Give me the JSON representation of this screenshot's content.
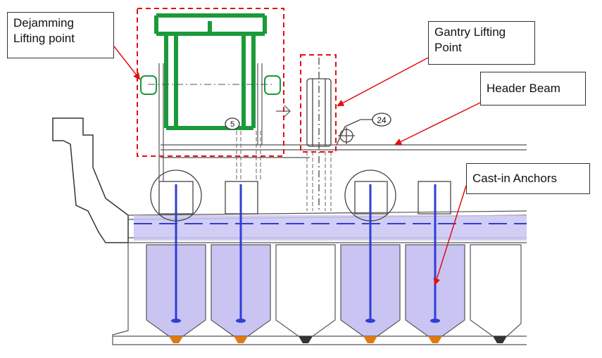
{
  "callouts": {
    "dejamming": {
      "line1": "Dejamming",
      "line2": "Lifting point"
    },
    "gantry": {
      "line1": "Gantry Lifting",
      "line2": "Point"
    },
    "header_beam": {
      "line1": "Header Beam"
    },
    "anchors": {
      "line1": "Cast-in Anchors"
    }
  },
  "drawing_labels": {
    "tag_5": "5",
    "tag_24": "24"
  },
  "colors": {
    "frame": "#1a9a3a",
    "callout_line": "#e01010",
    "highlight_box": "#e01010",
    "anchor_fill": "#c9c4f2",
    "anchor_line": "#2f3ed6",
    "bearing": "#e07a10",
    "outline": "#333333"
  }
}
